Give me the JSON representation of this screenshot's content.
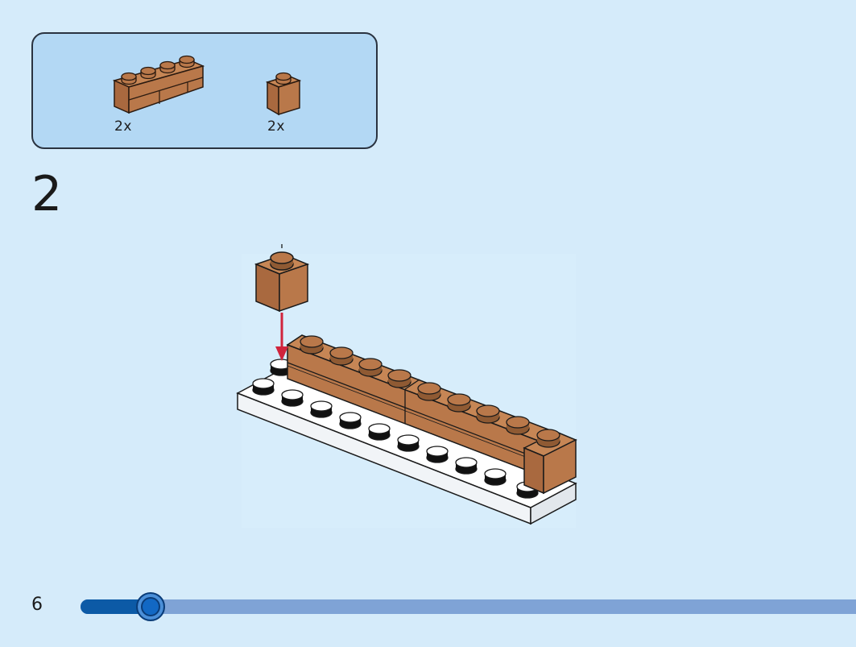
{
  "step": {
    "number": "2"
  },
  "page": {
    "number": "6"
  },
  "parts": [
    {
      "icon": "brick-1x4-masonry-icon",
      "quantity": "2x"
    },
    {
      "icon": "brick-1x1-icon",
      "quantity": "2x"
    }
  ],
  "progress": {
    "fraction": 0.09
  },
  "colors": {
    "background": "#d5ebfa",
    "parts_box": "#b3d8f4",
    "brick_brown": "#b9784a",
    "plate_white": "#ffffff",
    "arrow_red": "#d0243c",
    "progress_track": "#7fa3d6",
    "progress_fill": "#0c5aa6"
  }
}
